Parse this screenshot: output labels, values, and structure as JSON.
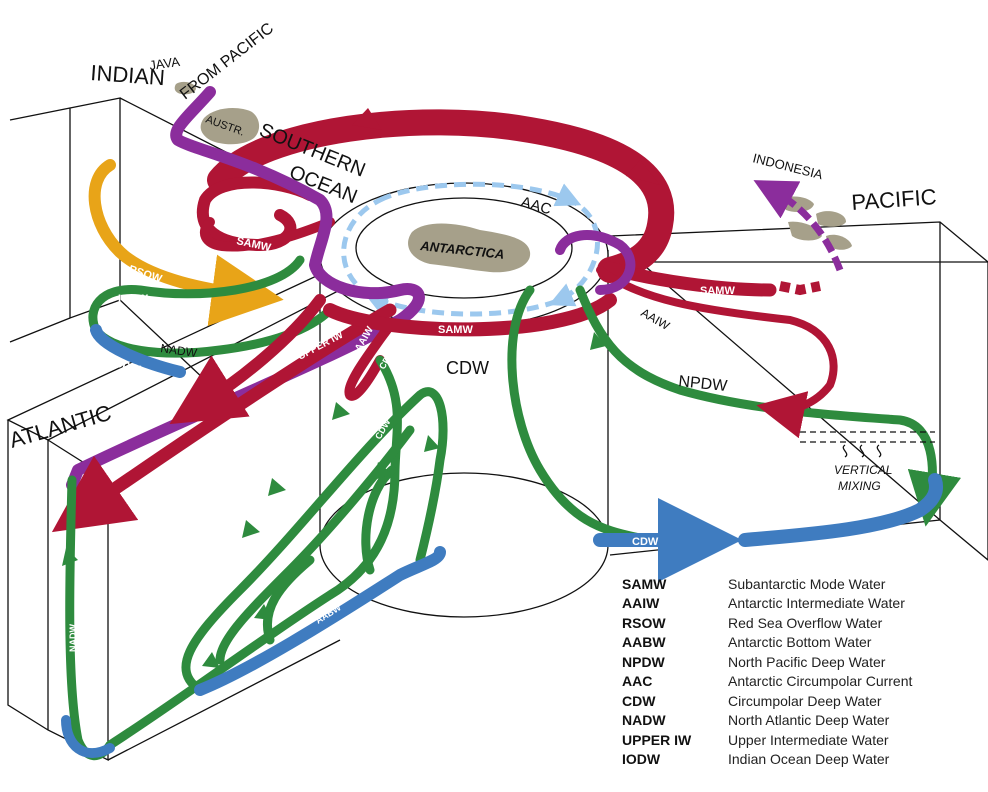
{
  "regions": {
    "indian": "INDIAN",
    "java": "JAVA",
    "from_pacific": "FROM PACIFIC",
    "austr": "AUSTR.",
    "southern": "SOUTHERN",
    "ocean": "OCEAN",
    "indonesia": "INDONESIA",
    "pacific": "PACIFIC",
    "atlantic": "ATLANTIC",
    "antarctica": "ANTARCTICA"
  },
  "flow_labels": {
    "aac": "AAC",
    "samw_indian": "SAMW",
    "aaiw_indian": "AAIW",
    "rsow": "RSOW",
    "iodw": "IODW",
    "nadw_indian": "NADW",
    "cdw_indian": "CDW",
    "upper_iw_center": "UPPER IW",
    "aaiw_center": "AAIW",
    "cdw_center_small": "CDW",
    "samw_center": "SAMW",
    "cdw_center": "CDW",
    "samw_pacific": "SAMW",
    "aaiw_pacific": "AAIW",
    "npdw": "NPDW",
    "vertical": "VERTICAL",
    "mixing": "MIXING",
    "cdw_pacific": "CDW",
    "upper_iw_atlantic": "UPPER IW",
    "nadw_atlantic_diag": "NADW",
    "cdw_atlantic": "CDW",
    "aabw": "AABW",
    "nadw_atlantic_vert": "NADW"
  },
  "colors": {
    "aaiw_red": "#b01535",
    "nadw_green": "#2e8b3e",
    "upper_iw_purple": "#8b2d9c",
    "cdw_blue": "#3f7cc0",
    "rsow_orange": "#e8a418",
    "aac_lightblue": "#9cc8ee",
    "land": "#a6a08a"
  },
  "legend": [
    {
      "abbr": "SAMW",
      "desc": "Subantarctic Mode Water"
    },
    {
      "abbr": "AAIW",
      "desc": "Antarctic Intermediate Water"
    },
    {
      "abbr": "RSOW",
      "desc": "Red Sea Overflow Water"
    },
    {
      "abbr": "AABW",
      "desc": "Antarctic Bottom Water"
    },
    {
      "abbr": "NPDW",
      "desc": "North Pacific Deep Water"
    },
    {
      "abbr": "AAC",
      "desc": "Antarctic Circumpolar Current"
    },
    {
      "abbr": "CDW",
      "desc": "Circumpolar Deep Water"
    },
    {
      "abbr": "NADW",
      "desc": "North Atlantic Deep Water"
    },
    {
      "abbr": "UPPER IW",
      "desc": "Upper Intermediate Water"
    },
    {
      "abbr": "IODW",
      "desc": "Indian Ocean Deep Water"
    }
  ]
}
